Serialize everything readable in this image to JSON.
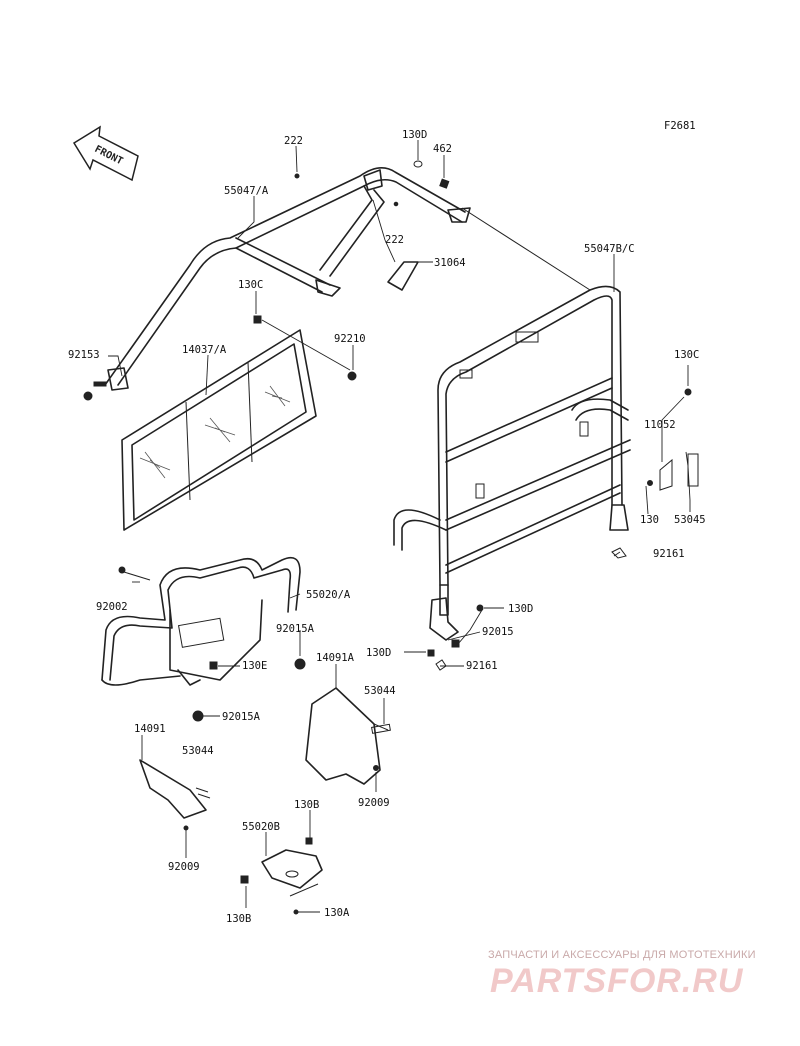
{
  "figure_code": "F2681",
  "front_arrow": "FRONT",
  "labels": {
    "p222_top": "222",
    "p130d_top": "130D",
    "p462": "462",
    "p55047a": "55047/A",
    "p222_mid": "222",
    "p31064": "31064",
    "p55047bc": "55047B/C",
    "p130c_left": "130C",
    "p92210": "92210",
    "p92153": "92153",
    "p14037a": "14037/A",
    "p130c_right": "130C",
    "p11052": "11052",
    "p130": "130",
    "p53045": "53045",
    "p92161_right": "92161",
    "p92002": "92002",
    "p55020a": "55020/A",
    "p92015a_upper": "92015A",
    "p130e": "130E",
    "p92015a_lower": "92015A",
    "p130d_mid": "130D",
    "p92015": "92015",
    "p130d_left": "130D",
    "p92161_mid": "92161",
    "p14091a": "14091A",
    "p53044_right": "53044",
    "p14091": "14091",
    "p53044_left": "53044",
    "p92009_right": "92009",
    "p92009_left": "92009",
    "p130b_top": "130B",
    "p55020b": "55020B",
    "p130b_bottom": "130B",
    "p130a": "130A"
  },
  "watermark": {
    "caption": "ЗАПЧАСТИ И АКСЕССУАРЫ ДЛЯ МОТОТЕХНИКИ",
    "logo": "PARTSFOR.RU"
  }
}
